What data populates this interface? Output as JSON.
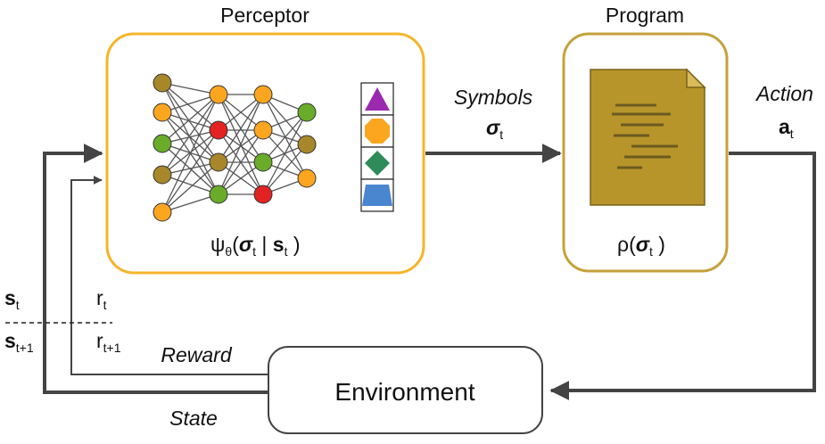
{
  "perceptor": {
    "title": "Perceptor",
    "formula": {
      "psi": "ψ",
      "theta": "θ",
      "sigma": "σ",
      "sub_t": "t",
      "bar": " | ",
      "s": "s",
      "sub_t2": "t",
      "close": " )",
      "open": "("
    },
    "colors": {
      "border": "#f5b52b",
      "green": "#6aac2a",
      "orange": "#fca620",
      "olive": "#a8872a",
      "red": "#e32222",
      "edge": "#555555"
    }
  },
  "symbols": {
    "label": "Symbols",
    "sigma": "σ",
    "sub": "t",
    "shapes": [
      {
        "name": "triangle",
        "color": "#9b2ab0"
      },
      {
        "name": "octagon",
        "color": "#fca620"
      },
      {
        "name": "diamond",
        "color": "#2e8b5a"
      },
      {
        "name": "trapezoid",
        "color": "#4a86d0"
      }
    ]
  },
  "program": {
    "title": "Program",
    "formula": {
      "rho": "ρ",
      "open": "(",
      "sigma": "σ",
      "sub": "t",
      "close": " )"
    },
    "colors": {
      "border": "#c4a23a",
      "doc": "#b8952b"
    }
  },
  "action": {
    "label": "Action",
    "a": "a",
    "sub": "t"
  },
  "environment": {
    "label": "Environment"
  },
  "reward": {
    "label": "Reward"
  },
  "state": {
    "label": "State"
  },
  "left_labels": {
    "s_top": "s",
    "s_top_sub": "t",
    "s_bot": "s",
    "s_bot_sub": "t+1",
    "r_top": "r",
    "r_top_sub": "t",
    "r_bot": "r",
    "r_bot_sub": "t+1"
  }
}
